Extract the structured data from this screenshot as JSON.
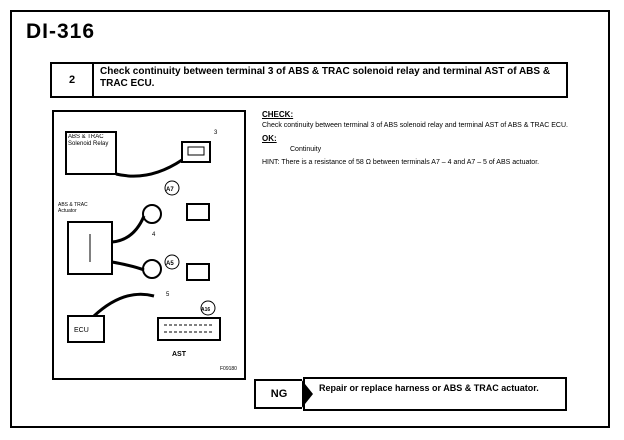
{
  "page": {
    "id": "DI-316"
  },
  "step": {
    "number": "2",
    "title": "Check continuity between terminal 3 of ABS & TRAC solenoid relay and terminal AST of ABS & TRAC ECU."
  },
  "diagram": {
    "relay_label": "ABS & TRAC Solenoid Relay",
    "actuator_label": "ABS & TRAC Actuator",
    "ecu_label": "ECU",
    "terminal_label": "AST",
    "callout_a7": "A7",
    "callout_a5": "A5",
    "callout_a16": "A16",
    "pin_3": "3",
    "pin_4": "4",
    "pin_5": "5",
    "code": "F09180"
  },
  "check": {
    "heading": "CHECK:",
    "text": "Check continuity between terminal 3 of ABS solenoid relay and terminal AST of ABS & TRAC ECU.",
    "ok_heading": "OK:",
    "ok_value": "Continuity",
    "hint": "HINT: There is a resistance of 58 Ω between terminals A7 – 4 and A7 – 5 of ABS actuator."
  },
  "ng": {
    "tag": "NG",
    "action": "Repair or replace harness or ABS & TRAC actuator."
  }
}
